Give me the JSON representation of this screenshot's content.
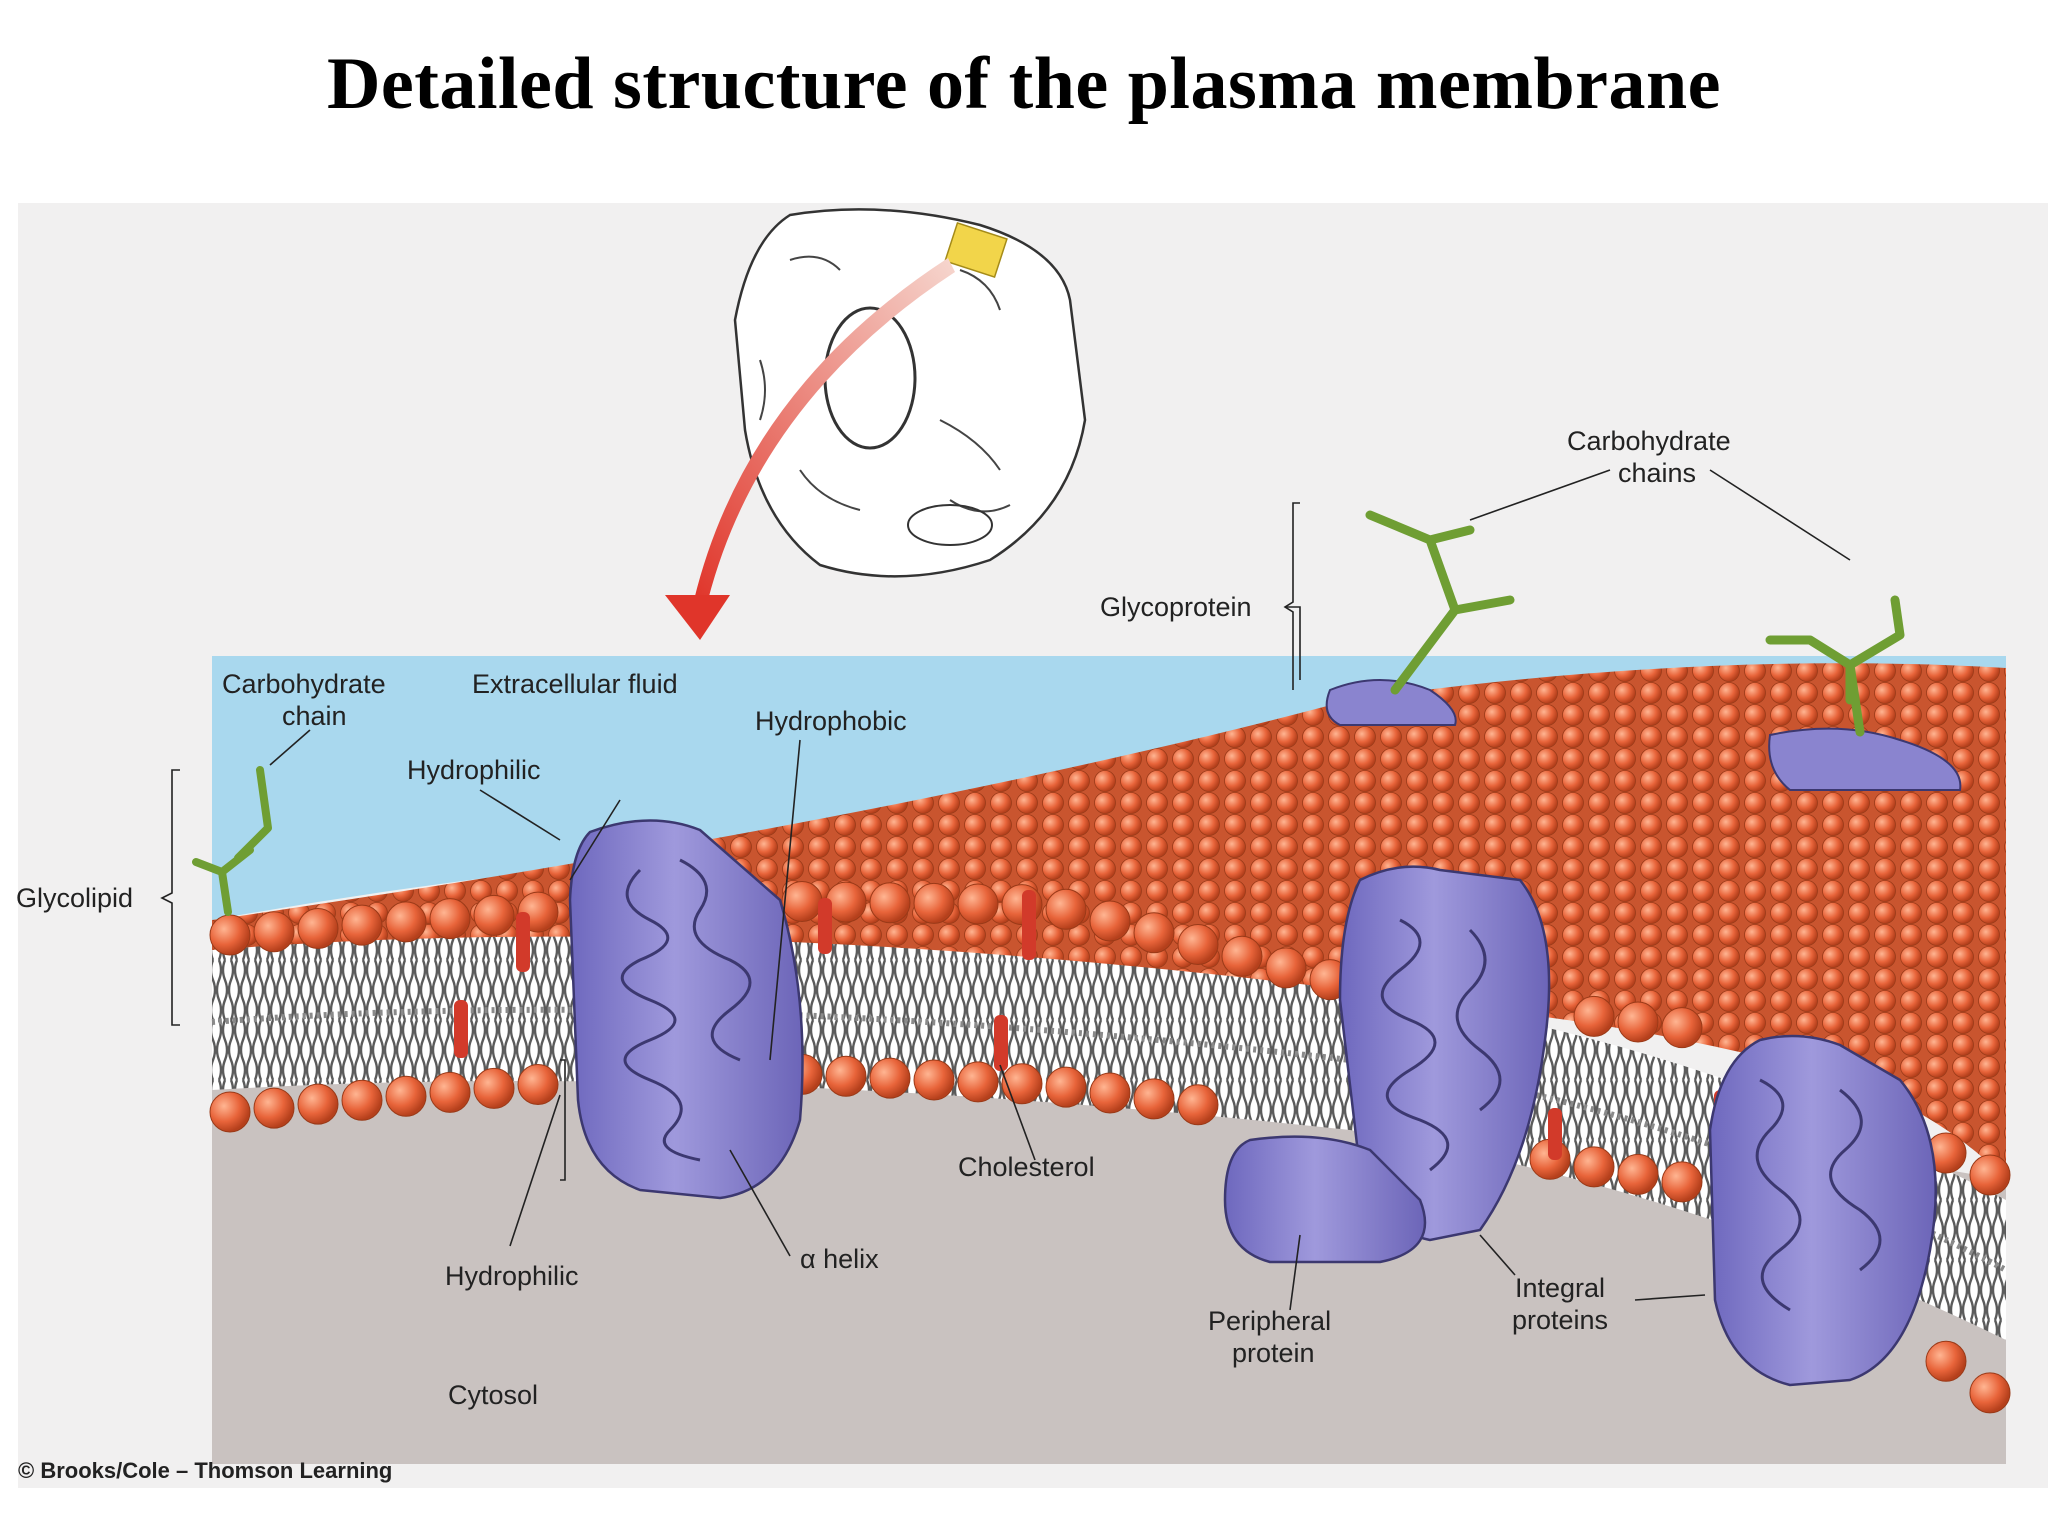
{
  "title": "Detailed structure of the plasma membrane",
  "labels": {
    "carbohydrate_chain_line1": "Carbohydrate",
    "carbohydrate_chain_line2": "chain",
    "extracellular_fluid": "Extracellular fluid",
    "hydrophobic": "Hydrophobic",
    "hydrophilic_top": "Hydrophilic",
    "glycolipid": "Glycolipid",
    "glycoprotein": "Glycoprotein",
    "carbohydrate_chains_line1": "Carbohydrate",
    "carbohydrate_chains_line2": "chains",
    "cholesterol": "Cholesterol",
    "alpha_helix": "α helix",
    "hydrophilic_bottom": "Hydrophilic",
    "cytosol": "Cytosol",
    "peripheral_protein_line1": "Peripheral",
    "peripheral_protein_line2": "protein",
    "integral_proteins_line1": "Integral",
    "integral_proteins_line2": "proteins"
  },
  "credit": "© Brooks/Cole – Thomson Learning",
  "colors": {
    "extracellular": "#a9d8ee",
    "cytosol": "#c9c2c0",
    "phospholipid_head": "#e8643a",
    "protein": "#8a84cf",
    "carbohydrate": "#7aa83a",
    "cholesterol": "#d23a2a",
    "arrow": "#e0352a",
    "zoom_box": "#f2d54a"
  }
}
